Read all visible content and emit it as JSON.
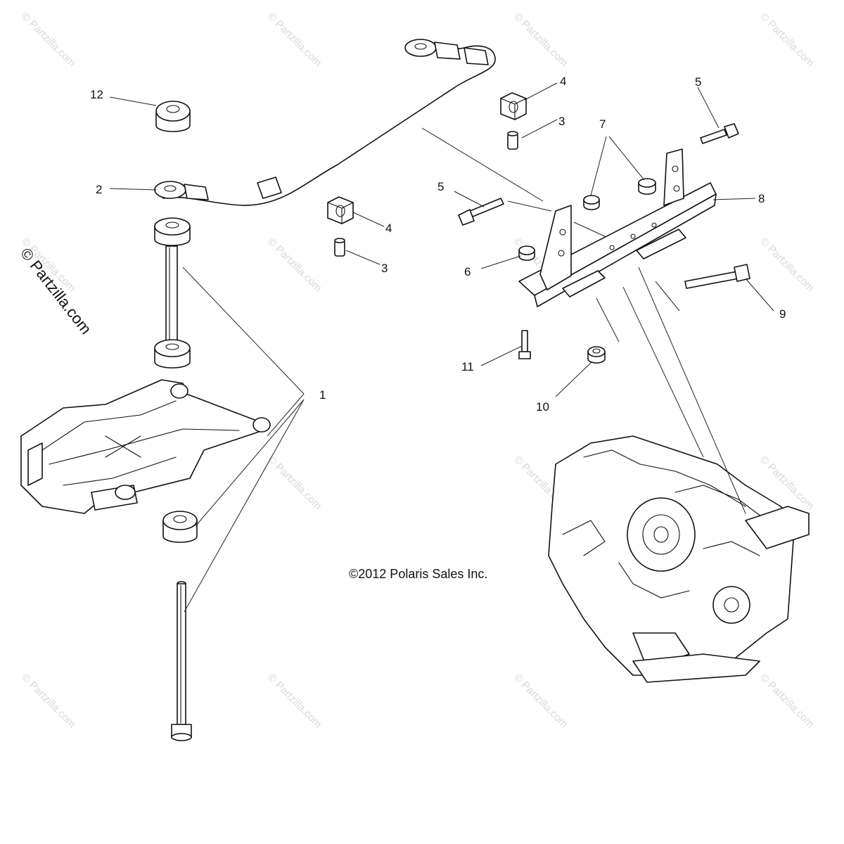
{
  "watermark": {
    "text": "© Partzilla.com"
  },
  "side_watermark": {
    "text": "© Partzilla.com"
  },
  "copyright": {
    "text": "©2012 Polaris Sales Inc."
  },
  "callouts": [
    {
      "id": "1",
      "label": "1"
    },
    {
      "id": "2",
      "label": "2"
    },
    {
      "id": "3a",
      "label": "3"
    },
    {
      "id": "3b",
      "label": "3"
    },
    {
      "id": "4a",
      "label": "4"
    },
    {
      "id": "4b",
      "label": "4"
    },
    {
      "id": "5a",
      "label": "5"
    },
    {
      "id": "5b",
      "label": "5"
    },
    {
      "id": "6",
      "label": "6"
    },
    {
      "id": "7",
      "label": "7"
    },
    {
      "id": "8",
      "label": "8"
    },
    {
      "id": "9",
      "label": "9"
    },
    {
      "id": "10",
      "label": "10"
    },
    {
      "id": "11",
      "label": "11"
    },
    {
      "id": "12",
      "label": "12"
    }
  ]
}
